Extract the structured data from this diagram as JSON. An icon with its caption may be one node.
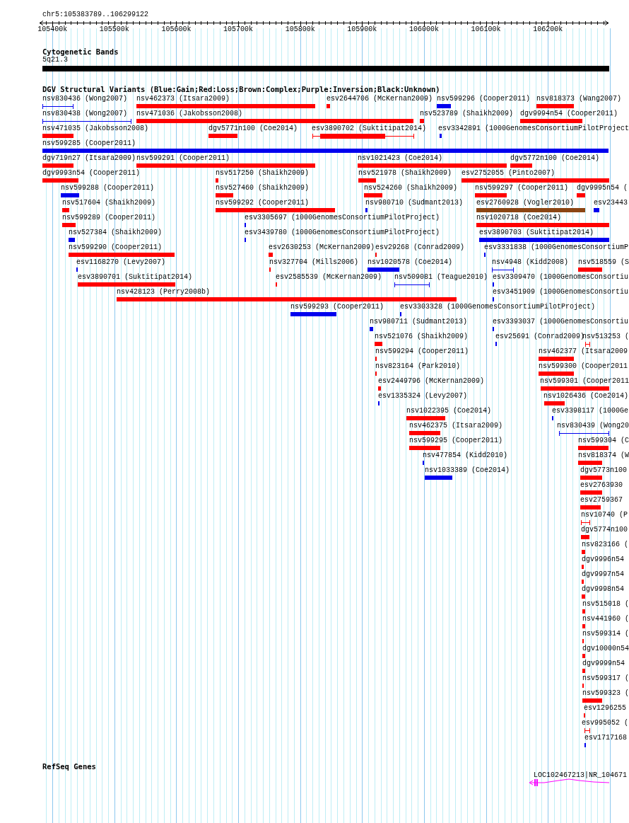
{
  "diagram": {
    "nodes": [
      {
        "text": [
          "5q21.3"
        ]
      },
      {
        "text": [
          "nsv830436 (Wong2007)"
        ]
      },
      {
        "text": [
          "nsv462373 (Itsara2009)"
        ]
      },
      {
        "text": [
          "esv2644706 (McKernan2009)"
        ]
      },
      {
        "text": [
          "nsv599296 (Cooper2011)"
        ]
      },
      {
        "text": [
          "nsv818373 (Wang2007)"
        ]
      },
      {
        "text": [
          "nsv830438 (Wong2007)"
        ]
      },
      {
        "text": [
          "nsv471036 (Jakobsson2008)"
        ]
      },
      {
        "text": [
          "nsv523789 (Shaikh2009)"
        ]
      },
      {
        "text": [
          "dgv9994n54 (Cooper2011)"
        ]
      },
      {
        "text": [
          "nsv471035 (Jakobsson2008)"
        ]
      },
      {
        "text": [
          "dgv5771n100 (Coe2014)"
        ]
      },
      {
        "text": [
          "esv3890702 (Suktitipat2014)"
        ]
      },
      {
        "text": [
          "esv3342891 (1000GenomesConsortiumPilotProject"
        ]
      },
      {
        "text": [
          "nsv599285 (Cooper2011)"
        ]
      },
      {
        "text": [
          "dgv719n27 (Itsara2009)"
        ]
      },
      {
        "text": [
          "nsv599291 (Cooper2011)"
        ]
      },
      {
        "text": [
          "nsv1021423 (Coe2014)"
        ]
      },
      {
        "text": [
          "dgv5772n100 (Coe2014)"
        ]
      },
      {
        "text": [
          "dgv9993n54 (Cooper2011)"
        ]
      },
      {
        "text": [
          "nsv517250 (Shaikh2009)"
        ]
      },
      {
        "text": [
          "nsv521978 (Shaikh2009)"
        ]
      },
      {
        "text": [
          "esv2752055 (Pinto2007)"
        ]
      },
      {
        "text": [
          "nsv599288 (Cooper2011)"
        ]
      },
      {
        "text": [
          "nsv527460 (Shaikh2009)"
        ]
      },
      {
        "text": [
          "nsv524260 (Shaikh2009)"
        ]
      },
      {
        "text": [
          "nsv599297 (Cooper2011)"
        ]
      },
      {
        "text": [
          "dgv9995n54 ("
        ]
      },
      {
        "text": [
          "nsv517604 (Shaikh2009)"
        ]
      },
      {
        "text": [
          "nsv599292 (Cooper2011)"
        ]
      },
      {
        "text": [
          "nsv980710 (Sudmant2013)"
        ]
      },
      {
        "text": [
          "esv2760928 (Vogler2010)"
        ]
      },
      {
        "text": [
          "esv23443"
        ]
      },
      {
        "text": [
          "nsv599289 (Cooper2011)"
        ]
      },
      {
        "text": [
          "esv3305697 (1000GenomesConsortiumPilotProject)"
        ]
      },
      {
        "text": [
          "nsv1020718 (Coe2014)"
        ]
      },
      {
        "text": [
          "nsv527384 (Shaikh2009)"
        ]
      },
      {
        "text": [
          "esv3439780 (1000GenomesConsortiumPilotProject)"
        ]
      },
      {
        "text": [
          "esv3890703 (Suktitipat2014)"
        ]
      },
      {
        "text": [
          "nsv599290 (Cooper2011)"
        ]
      },
      {
        "text": [
          "esv2630253 (McKernan2009)"
        ]
      },
      {
        "text": [
          "esv29268 (Conrad2009)"
        ]
      },
      {
        "text": [
          "esv3331838 (1000GenomesConsortiumP"
        ]
      },
      {
        "text": [
          "esv1168270 (Levy2007)"
        ]
      },
      {
        "text": [
          "nsv327704 (Mills2006)"
        ]
      },
      {
        "text": [
          "nsv1020578 (Coe2014)"
        ]
      },
      {
        "text": [
          "nsv4948 (Kidd2008)"
        ]
      },
      {
        "text": [
          "nsv518559 (S"
        ]
      },
      {
        "text": [
          "esv3890701 (Suktitipat2014)"
        ]
      },
      {
        "text": [
          "esv2585539 (McKernan2009)"
        ]
      },
      {
        "text": [
          "nsv509081 (Teague2010)"
        ]
      },
      {
        "text": [
          "esv3309470 (1000GenomesConsortiu"
        ]
      },
      {
        "text": [
          "nsv428123 (Perry2008b)"
        ]
      },
      {
        "text": [
          "esv3451909 (1000GenomesConsortiu"
        ]
      },
      {
        "text": [
          "nsv599293 (Cooper2011)"
        ]
      },
      {
        "text": [
          "esv3303328 (1000GenomesConsortiumPilotProject)"
        ]
      },
      {
        "text": [
          "nsv980711 (Sudmant2013)"
        ]
      },
      {
        "text": [
          "esv3393037 (1000GenomesConsortiu"
        ]
      },
      {
        "text": [
          "nsv521076 (Shaikh2009)"
        ]
      },
      {
        "text": [
          "esv25691 (Conrad2009)"
        ]
      },
      {
        "text": [
          "nsv513253 ("
        ]
      },
      {
        "text": [
          "nsv599294 (Cooper2011)"
        ]
      },
      {
        "text": [
          "nsv462377 (Itsara2009"
        ]
      },
      {
        "text": [
          "nsv823164 (Park2010)"
        ]
      },
      {
        "text": [
          "nsv599300 (Cooper2011"
        ]
      },
      {
        "text": [
          "esv2449796 (McKernan2009)"
        ]
      },
      {
        "text": [
          "nsv599301 (Cooper2011"
        ]
      },
      {
        "text": [
          "esv1335324 (Levy2007)"
        ]
      },
      {
        "text": [
          "nsv1026436 (Coe2014)"
        ]
      },
      {
        "text": [
          "nsv1022395 (Coe2014)"
        ]
      },
      {
        "text": [
          "esv3398117 (1000Ge"
        ]
      },
      {
        "text": [
          "nsv462375 (Itsara2009)"
        ]
      },
      {
        "text": [
          "nsv830439 (Wong20"
        ]
      },
      {
        "text": [
          "nsv599295 (Cooper2011)"
        ]
      },
      {
        "text": [
          "nsv599304 (C"
        ]
      },
      {
        "text": [
          "nsv477854 (Kidd2010)"
        ]
      },
      {
        "text": [
          "nsv818374 (W"
        ]
      },
      {
        "text": [
          "nsv1033389 (Coe2014)"
        ]
      },
      {
        "text": [
          "dgv5773n100"
        ]
      },
      {
        "text": [
          "esv2763930"
        ]
      },
      {
        "text": [
          "esv2759367"
        ]
      },
      {
        "text": [
          "nsv10740 (P"
        ]
      },
      {
        "text": [
          "dgv5774n100"
        ]
      },
      {
        "text": [
          "nsv823166 ("
        ]
      },
      {
        "text": [
          "dgv9996n54"
        ]
      },
      {
        "text": [
          "dgv9997n54"
        ]
      },
      {
        "text": [
          "dgv9998n54"
        ]
      },
      {
        "text": [
          "nsv515018 ("
        ]
      },
      {
        "text": [
          "nsv441960 ("
        ]
      },
      {
        "text": [
          "nsv599314 ("
        ]
      },
      {
        "text": [
          "dgv10000n54"
        ]
      },
      {
        "text": [
          "dgv9999n54"
        ]
      },
      {
        "text": [
          "nsv599317 ("
        ]
      },
      {
        "text": [
          "nsv599323 ("
        ]
      },
      {
        "text": [
          "esv1296255"
        ]
      },
      {
        "text": [
          "esv995052 ("
        ]
      },
      {
        "text": [
          "esv1717168"
        ]
      },
      {
        "text": [
          "LOC102467213|NR_104671"
        ]
      }
    ],
    "labels": [
      "chr5:105383789..106299122",
      "105400k",
      "105500k",
      "105600k",
      "105700k",
      "105800k",
      "105900k",
      "106000k",
      "106100k",
      "106200k",
      "Cytogenetic Bands",
      "DGV Structural Variants (Blue:Gain;Red:Loss;Brown:Complex;Purple:Inversion;Black:Unknown)",
      "RefSeq Genes"
    ]
  }
}
